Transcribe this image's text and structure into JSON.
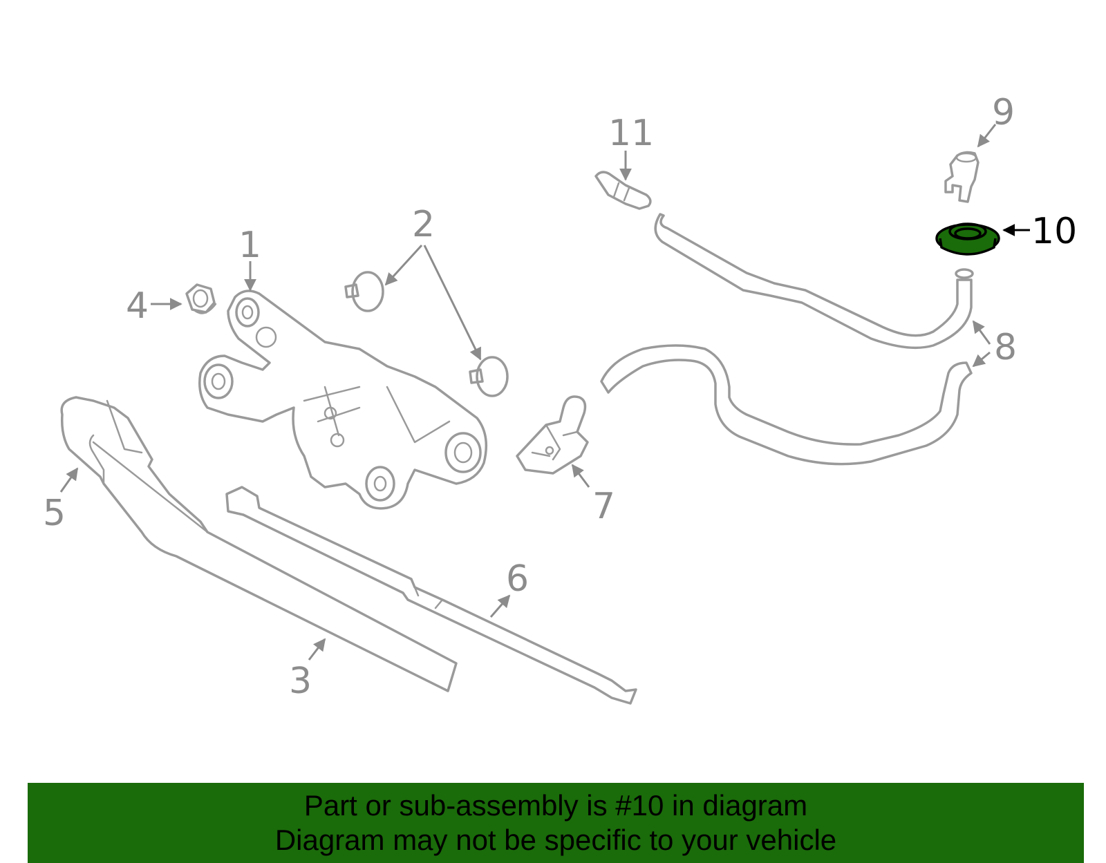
{
  "callouts": {
    "c1": "1",
    "c2": "2",
    "c3": "3",
    "c4": "4",
    "c5": "5",
    "c6": "6",
    "c7": "7",
    "c8": "8",
    "c9": "9",
    "c10": "10",
    "c11": "11"
  },
  "highlight": {
    "color": "#1a6b0a",
    "part": "10"
  },
  "banner": {
    "color": "#1a6b0a",
    "line1": "Part or sub-assembly is #10 in diagram",
    "line2": "Diagram may not be specific to your vehicle"
  }
}
